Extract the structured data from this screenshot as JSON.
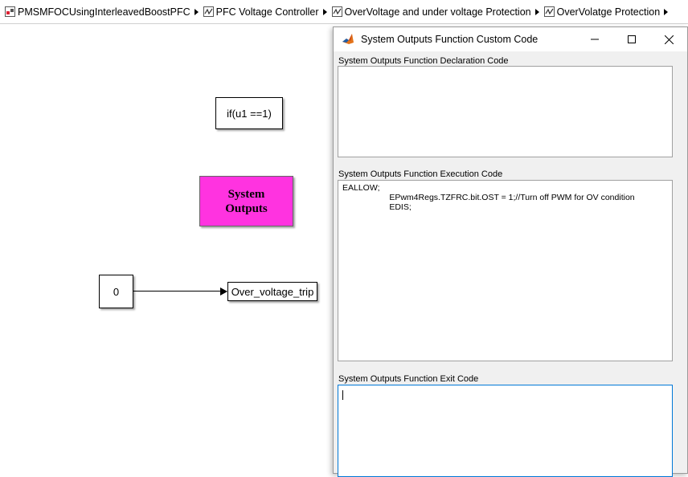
{
  "breadcrumb": {
    "items": [
      {
        "label": "PMSMFOCUsingInterleavedBoostPFC",
        "icon": "model-icon"
      },
      {
        "label": "PFC Voltage Controller",
        "icon": "subsystem-icon"
      },
      {
        "label": "OverVoltage and under voltage Protection",
        "icon": "subsystem-icon"
      },
      {
        "label": "OverVolatge Protection",
        "icon": "subsystem-icon"
      }
    ]
  },
  "canvas": {
    "if_block": "if(u1 ==1)",
    "system_outputs_block": [
      "System",
      "Outputs"
    ],
    "constant_block": "0",
    "goto_block": "Over_voltage_trip"
  },
  "dialog": {
    "title": "System Outputs Function Custom Code",
    "icon": "matlab-icon",
    "declaration_label": "System Outputs Function Declaration Code",
    "declaration_code": "",
    "execution_label": "System Outputs Function Execution Code",
    "execution_code": [
      "EALLOW;",
      "                    EPwm4Regs.TZFRC.bit.OST = 1;//Turn off PWM for OV condition",
      "                    EDIS;"
    ],
    "exit_label": "System Outputs Function Exit Code",
    "exit_code": ""
  },
  "colors": {
    "system_outputs_fill": "#ff33e0",
    "focus_border": "#0078d7"
  }
}
